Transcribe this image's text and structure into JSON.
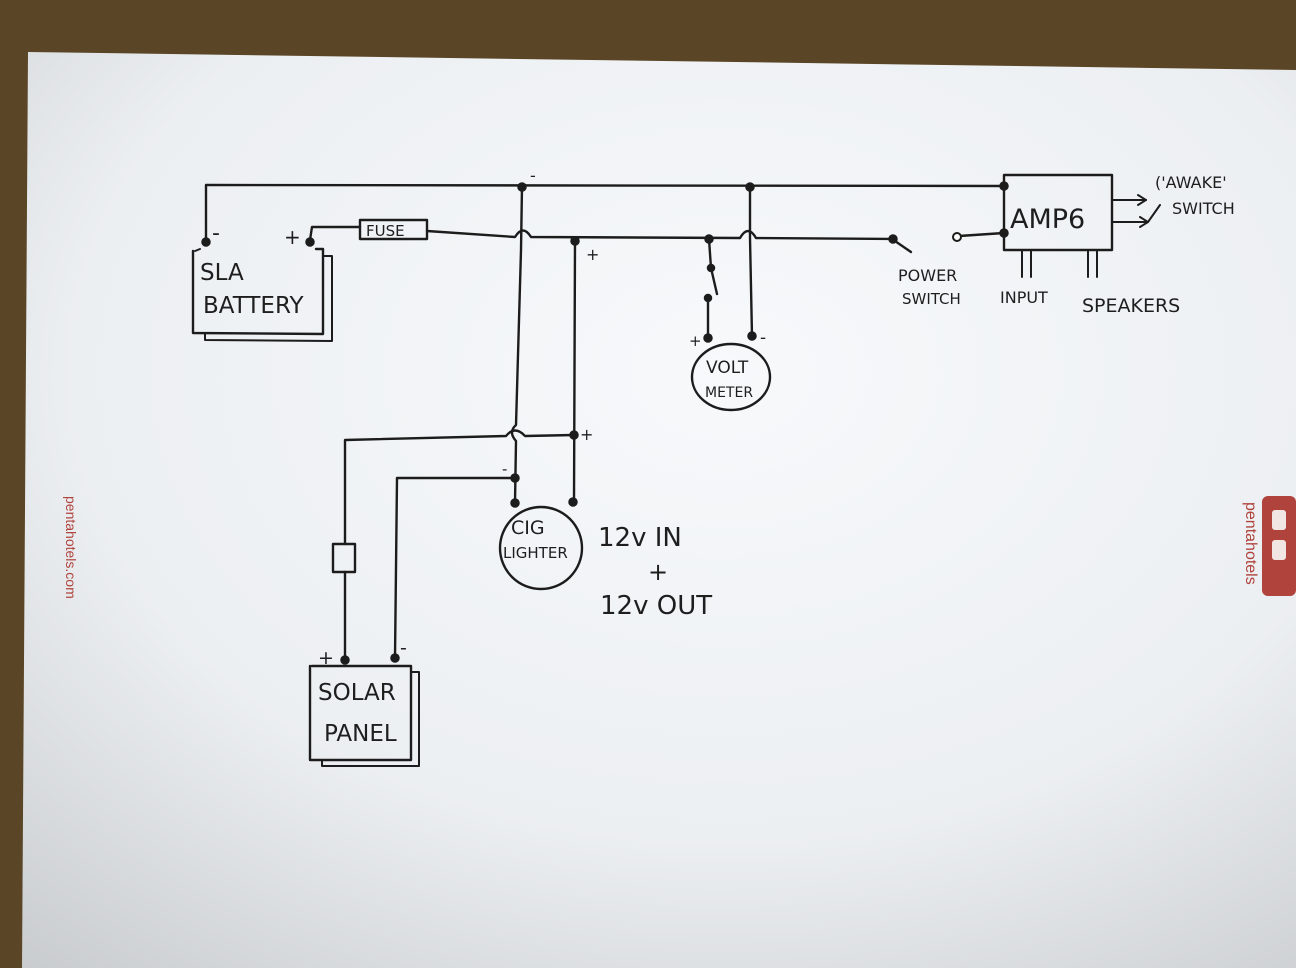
{
  "components": {
    "battery": {
      "line1": "SLA",
      "line2": "BATTERY",
      "neg": "-",
      "pos": "+"
    },
    "fuse": {
      "label": "FUSE"
    },
    "amp": {
      "label": "AMP6"
    },
    "awake_switch": {
      "line1": "('AWAKE'",
      "line2": "SWITCH"
    },
    "power_switch": {
      "line1": "POWER",
      "line2": "SWITCH"
    },
    "input": {
      "label": "INPUT"
    },
    "speakers": {
      "label": "SPEAKERS"
    },
    "volt_meter": {
      "line1": "VOLT",
      "line2": "METER",
      "pos": "+",
      "neg": "-"
    },
    "cig_lighter": {
      "line1": "CIG",
      "line2": "LIGHTER",
      "neg": "-",
      "pos": "+"
    },
    "solar_panel": {
      "line1": "SOLAR",
      "line2": "PANEL",
      "pos": "+",
      "neg": "-"
    }
  },
  "marks": {
    "neg_bus": "-",
    "pos_tap": "+",
    "pos_tap2": "+"
  },
  "note": {
    "line1": "12v IN",
    "line2": "+",
    "line3": "12v OUT"
  },
  "watermark": {
    "left": "pentahotels.com",
    "right": "pentahotels"
  },
  "colors": {
    "paper": "#f4f6f8",
    "ink": "#1c1c1c",
    "brand": "#b0433c",
    "table": "#5a4526"
  }
}
